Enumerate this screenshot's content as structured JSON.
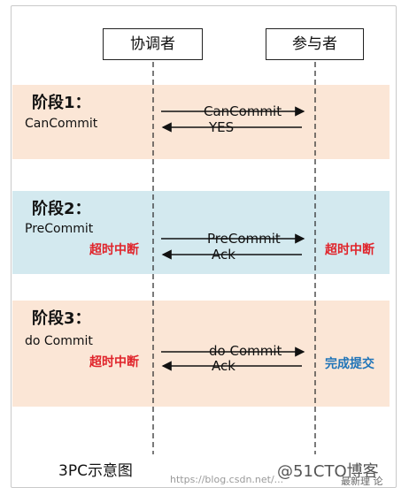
{
  "title": "3PC示意图",
  "participants": {
    "coordinator": "协调者",
    "participant": "参与者"
  },
  "phases": [
    {
      "title": "阶段1：",
      "subtitle": "CanCommit",
      "messages": [
        {
          "label": "CanCommit",
          "direction": "to-participant"
        },
        {
          "label": "YES",
          "direction": "to-coordinator"
        }
      ]
    },
    {
      "title": "阶段2：",
      "subtitle": "PreCommit",
      "coordinator_note": "超时中断",
      "participant_note": "超时中断",
      "messages": [
        {
          "label": "PreCommit",
          "direction": "to-participant"
        },
        {
          "label": "Ack",
          "direction": "to-coordinator"
        }
      ]
    },
    {
      "title": "阶段3：",
      "subtitle": "do Commit",
      "coordinator_note": "超时中断",
      "participant_note": "完成提交",
      "messages": [
        {
          "label": "do Commit",
          "direction": "to-participant"
        },
        {
          "label": "Ack",
          "direction": "to-coordinator"
        }
      ]
    }
  ],
  "watermark": "@51CTO博客",
  "watermark_fine": "https://blog.csdn.net/...",
  "watermark_logo": "最新理 论",
  "colors": {
    "band_warm": "#fbe6d6",
    "band_cool": "#d3e9ef",
    "timeout": "#e0242b",
    "commit_done": "#1f74b8"
  }
}
